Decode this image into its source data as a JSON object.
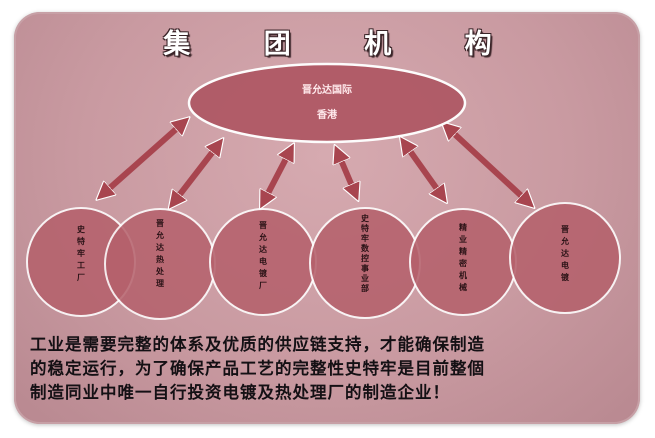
{
  "title": "集 团 机 构",
  "hub": {
    "line1": "晋允达国际",
    "line2": "香港"
  },
  "nodes": [
    {
      "label": "史特牢工厂"
    },
    {
      "label": "晋允达热处理"
    },
    {
      "label": "晋允达电镀厂"
    },
    {
      "label": "史特牢数控事业部"
    },
    {
      "label": "精业精密机械"
    },
    {
      "label": "晋允达电镀"
    }
  ],
  "caption": [
    "工业是需要完整的体系及优质的供应链支持，才能确保制造",
    "的稳定运行，为了确保产品工艺的完整性史特牢是目前整個",
    "制造同业中唯一自行投资电镀及热处理厂的制造企业！"
  ],
  "colors": {
    "board": "#c99aa1",
    "hub_fill": "#b05a66",
    "node_fill": "#b5616c",
    "arrow": "#a8454f",
    "stroke": "#ffffff"
  }
}
